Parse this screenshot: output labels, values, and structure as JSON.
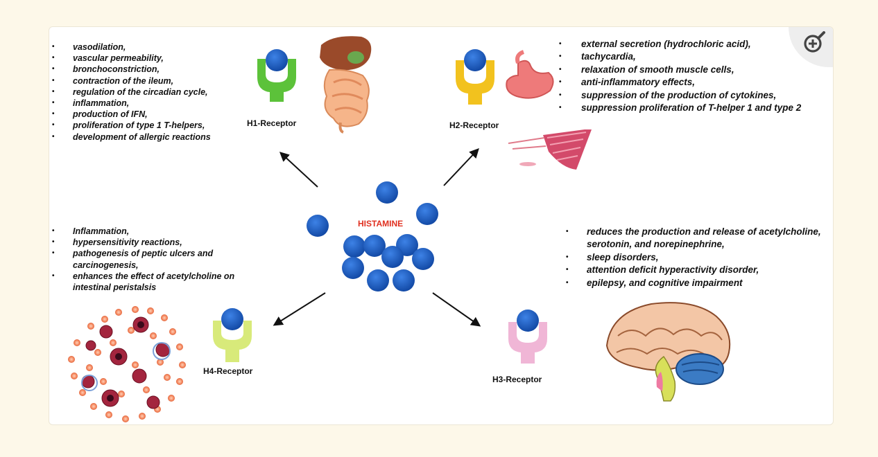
{
  "histamine_label": "HISTAMINE",
  "receptors": {
    "h1": {
      "label": "H1-Receptor",
      "effects": [
        "vasodilation,",
        "vascular permeability,",
        "bronchoconstriction,",
        "contraction of the ileum,",
        "regulation of the circadian cycle,",
        "inflammation,",
        "production of IFN,",
        "proliferation of type 1 T-helpers,",
        "development of allergic reactions"
      ]
    },
    "h2": {
      "label": "H2-Receptor",
      "effects": [
        "external secretion (hydrochloric acid),",
        "tachycardia,",
        "relaxation of smooth muscle cells,",
        "anti-inflammatory effects,",
        "suppression of the production of cytokines,",
        "suppression proliferation of T-helper 1 and type 2"
      ]
    },
    "h3": {
      "label": "H3-Receptor",
      "effects": [
        "reduces the production and release of acetylcholine, serotonin, and norepinephrine,",
        "sleep disorders,",
        "attention deficit hyperactivity disorder,",
        "epilepsy, and cognitive impairment"
      ]
    },
    "h4": {
      "label": "H4-Receptor",
      "effects": [
        "Inflammation,",
        "hypersensitivity reactions,",
        "pathogenesis of peptic ulcers and carcinogenesis,",
        "enhances the effect of acetylcholine on intestinal peristalsis"
      ]
    }
  },
  "colors": {
    "molecule": "#1f5fc4",
    "h1_receptor": "#5cc23a",
    "h2_receptor": "#f2c21e",
    "h3_receptor": "#f0b6d6",
    "h4_receptor": "#d8ea7a",
    "histamine_label": "#e03020"
  },
  "icons": {
    "zoom": "zoom-in-icon"
  }
}
